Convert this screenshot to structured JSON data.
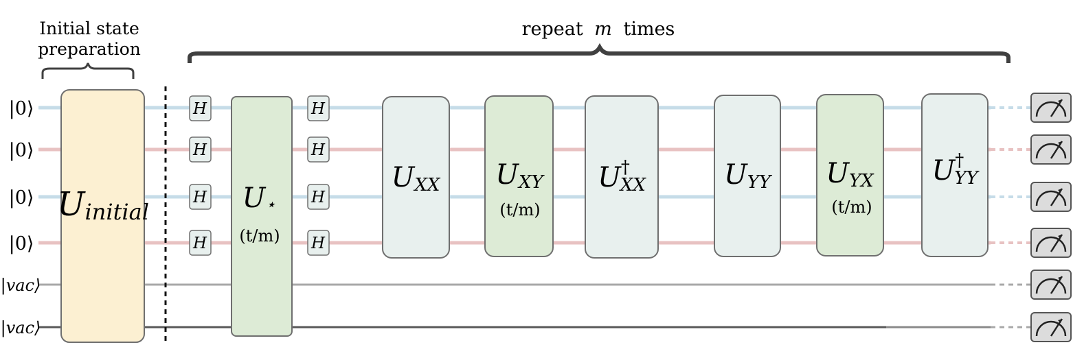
{
  "colors": {
    "wire_blue": "#c6dce8",
    "wire_red": "#e8c2c2",
    "wire_gray": "#a8a8a8",
    "wire_dark": "#5a5a5a",
    "initial_fill": "#fcf0d2",
    "green_fill": "#ddebd6",
    "gray_fill": "#e8f0ee",
    "gate_border": "#6f6f6f",
    "meter_fill": "#dcdcdc"
  },
  "header": {
    "initial_line1": "Initial state",
    "initial_line2": "preparation",
    "repeat_prefix": "repeat",
    "repeat_var": "m",
    "repeat_suffix": "times"
  },
  "inputs": [
    "|0⟩",
    "|0⟩",
    "|0⟩",
    "|0⟩",
    "|vac⟩",
    "|vac⟩"
  ],
  "gates": {
    "initial": {
      "main": "U",
      "sub": "initial"
    },
    "hadamard": "H",
    "ustar": {
      "main": "U",
      "sub": "⋆",
      "param": "(t/m)"
    },
    "uxx": {
      "main": "U",
      "sub": "XX",
      "dagger": ""
    },
    "uxy": {
      "main": "U",
      "sub": "XY",
      "param": "(t/m)"
    },
    "uxx_dag": {
      "main": "U",
      "sub": "XX",
      "dagger": "†"
    },
    "uyy": {
      "main": "U",
      "sub": "YY",
      "dagger": ""
    },
    "uyx": {
      "main": "U",
      "sub": "YX",
      "param": "(t/m)"
    },
    "uyy_dag": {
      "main": "U",
      "sub": "YY",
      "dagger": "†"
    }
  }
}
